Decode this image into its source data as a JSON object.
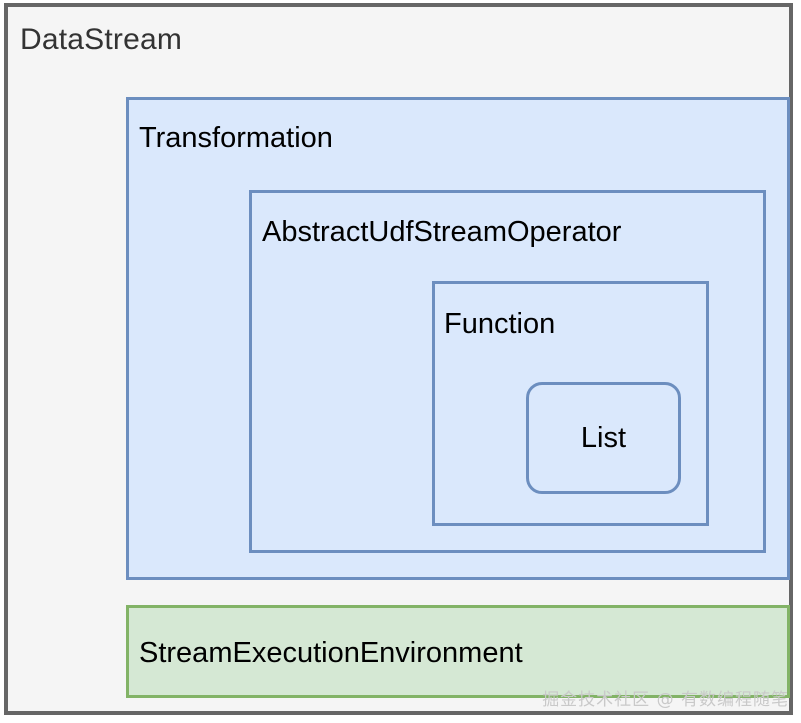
{
  "diagram": {
    "type": "nested-containment",
    "title": "DataStream",
    "outer": {
      "label": "DataStream",
      "fill": "#f5f5f5",
      "stroke": "#666666"
    },
    "nodes": [
      {
        "id": "transformation",
        "label": "Transformation",
        "fill": "#dae8fc",
        "stroke": "#6c8ebf",
        "shape": "rect"
      },
      {
        "id": "abstract-udf-stream-operator",
        "label": "AbstractUdfStreamOperator",
        "fill": "#dae8fc",
        "stroke": "#6c8ebf",
        "shape": "rect"
      },
      {
        "id": "function",
        "label": "Function",
        "fill": "#dae8fc",
        "stroke": "#6c8ebf",
        "shape": "rect"
      },
      {
        "id": "list",
        "label": "List",
        "fill": "#dae8fc",
        "stroke": "#6c8ebf",
        "shape": "rounded-rect"
      },
      {
        "id": "stream-execution-environment",
        "label": "StreamExecutionEnvironment",
        "fill": "#d5e8d4",
        "stroke": "#82b366",
        "shape": "rect"
      }
    ],
    "watermark": "掘金技术社区 @ 有数编程随笔"
  }
}
